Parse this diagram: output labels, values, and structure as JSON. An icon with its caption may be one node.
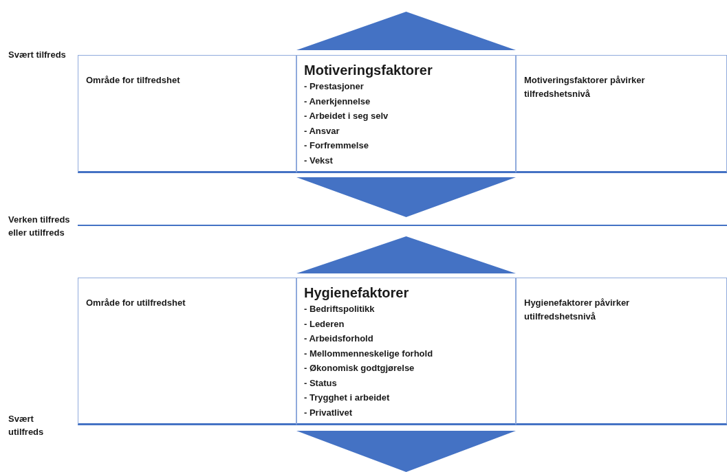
{
  "diagram": {
    "nodes": [
      {
        "text": [
          "Område for tilfredshet"
        ]
      },
      {
        "text": [
          "Motiveringsfaktorer",
          "- Prestasjoner",
          "- Anerkjennelse",
          "- Arbeidet i seg selv",
          "- Ansvar",
          "- Forfremmelse",
          "- Vekst"
        ]
      },
      {
        "text": [
          "Motiveringsfaktorer påvirker tilfredshetsnivå"
        ]
      },
      {
        "text": [
          "Område for utilfredshet"
        ]
      },
      {
        "text": [
          "Hygienefaktorer",
          "- Bedriftspolitikk",
          "- Lederen",
          "- Arbeidsforhold",
          "- Mellommenneskelige forhold",
          "- Økonomisk godtgjørelse",
          "- Status",
          "- Trygghet i arbeidet",
          "- Privatlivet"
        ]
      },
      {
        "text": [
          "Hygienefaktorer påvirker utilfredshetsnivå"
        ]
      }
    ],
    "labels": [
      "Svært tilfreds",
      "Verken tilfreds eller utilfreds",
      "Svært utilfreds"
    ]
  }
}
